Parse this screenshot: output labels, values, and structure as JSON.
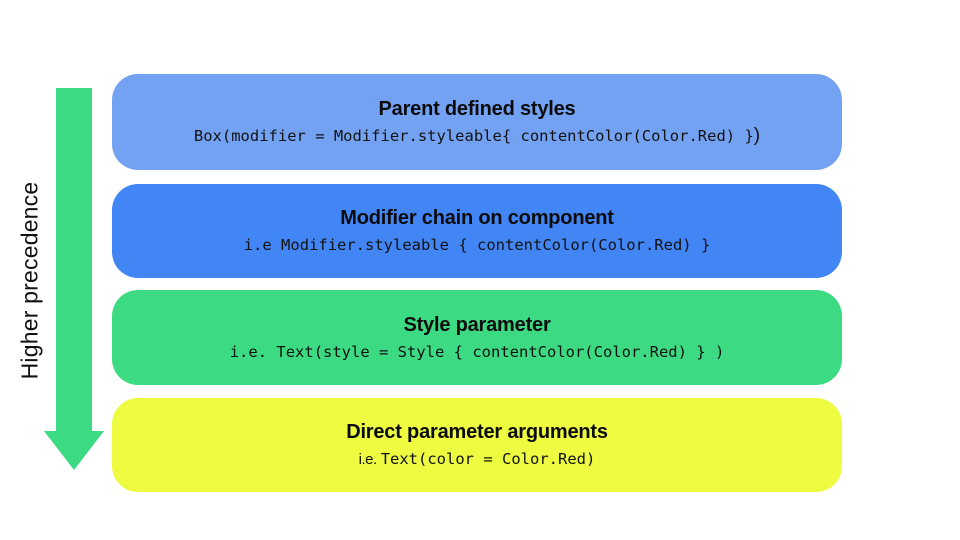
{
  "precedence_label": "Higher precedence",
  "arrow": {
    "direction": "down",
    "color": "#3CDA82"
  },
  "boxes": [
    {
      "title": "Parent defined styles",
      "code_prefix": "",
      "code": "Box(modifier = Modifier.styleable{ contentColor(Color.Red) }",
      "code_suffix": ")",
      "bg": "#74A2F3"
    },
    {
      "title": "Modifier chain on component",
      "code_prefix": "",
      "code": "i.e Modifier.styleable { contentColor(Color.Red) }",
      "code_suffix": "",
      "bg": "#4285F4"
    },
    {
      "title": "Style parameter",
      "code_prefix": "",
      "code": "i.e. Text(style = Style { contentColor(Color.Red) } )",
      "code_suffix": "",
      "bg": "#3CDA82"
    },
    {
      "title": "Direct parameter arguments",
      "code_prefix": "i.e.",
      "code": "Text(color = Color.Red)",
      "code_suffix": "",
      "bg": "#EDFB41"
    }
  ]
}
